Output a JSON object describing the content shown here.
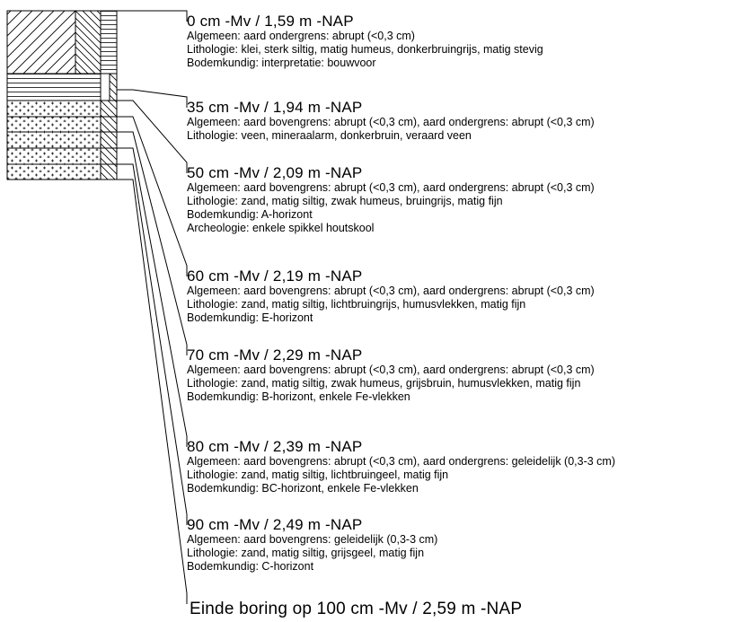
{
  "layers": [
    {
      "heading": "0 cm -Mv / 1,59 m -NAP",
      "lines": [
        "Algemeen: aard ondergrens: abrupt (<0,3 cm)",
        "Lithologie: klei, sterk siltig, matig humeus, donkerbruingrijs, matig stevig",
        "Bodemkundig: interpretatie: bouwvoor"
      ]
    },
    {
      "heading": "35 cm -Mv / 1,94 m -NAP",
      "lines": [
        "Algemeen: aard bovengrens: abrupt (<0,3 cm), aard ondergrens: abrupt (<0,3 cm)",
        "Lithologie: veen, mineraalarm, donkerbruin, veraard veen"
      ]
    },
    {
      "heading": "50 cm -Mv / 2,09 m -NAP",
      "lines": [
        "Algemeen: aard bovengrens: abrupt (<0,3 cm), aard ondergrens: abrupt (<0,3 cm)",
        "Lithologie: zand, matig siltig, zwak humeus, bruingrijs, matig fijn",
        "Bodemkundig: A-horizont",
        "Archeologie: enkele spikkel houtskool"
      ]
    },
    {
      "heading": "60 cm -Mv / 2,19 m -NAP",
      "lines": [
        "Algemeen: aard bovengrens: abrupt (<0,3 cm), aard ondergrens: abrupt (<0,3 cm)",
        "Lithologie: zand, matig siltig, lichtbruingrijs, humusvlekken, matig fijn",
        "Bodemkundig: E-horizont"
      ]
    },
    {
      "heading": "70 cm -Mv / 2,29 m -NAP",
      "lines": [
        "Algemeen: aard bovengrens: abrupt (<0,3 cm), aard ondergrens: abrupt (<0,3 cm)",
        "Lithologie: zand, matig siltig, zwak humeus, grijsbruin, humusvlekken, matig fijn",
        "Bodemkundig: B-horizont, enkele Fe-vlekken"
      ]
    },
    {
      "heading": "80 cm -Mv / 2,39 m -NAP",
      "lines": [
        "Algemeen: aard bovengrens: abrupt (<0,3 cm), aard ondergrens: geleidelijk (0,3-3 cm)",
        "Lithologie: zand, matig siltig, lichtbruingeel, matig fijn",
        "Bodemkundig: BC-horizont, enkele Fe-vlekken"
      ]
    },
    {
      "heading": "90 cm -Mv / 2,49 m -NAP",
      "lines": [
        "Algemeen: aard bovengrens: geleidelijk (0,3-3 cm)",
        "Lithologie: zand, matig siltig, grijsgeel, matig fijn",
        "Bodemkundig: C-horizont"
      ]
    }
  ],
  "end_label": "Einde boring op 100 cm -Mv / 2,59 m -NAP"
}
